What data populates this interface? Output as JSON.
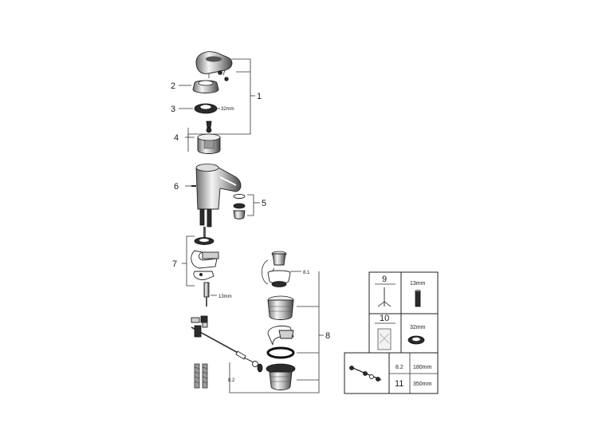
{
  "callouts": {
    "c1": "1",
    "c2": "2",
    "c3": "3",
    "c4": "4",
    "c5": "5",
    "c6": "6",
    "c7": "7",
    "c8": "8",
    "c81": "8.1",
    "c82": "8.2"
  },
  "sizes": {
    "s32": "32mm",
    "s13": "13mm"
  },
  "table": {
    "r9_num": "9",
    "r9_size": "13mm",
    "r10_num": "10",
    "r10_size": "32mm",
    "r11_sub": "8.2",
    "r11_sub_size": "180mm",
    "r11_num": "11",
    "r11_size": "350mm"
  }
}
